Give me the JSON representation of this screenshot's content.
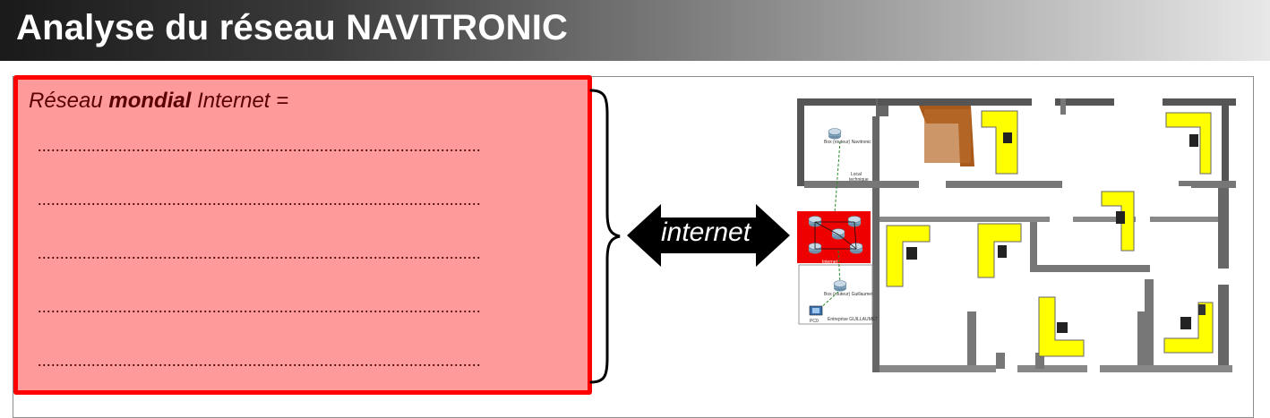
{
  "header": {
    "title": "Analyse du réseau NAVITRONIC"
  },
  "definition": {
    "label_prefix": "Réseau ",
    "label_bold": "mondial",
    "label_suffix": " Internet =",
    "lines": [
      "...................................................................................................",
      "...................................................................................................",
      "...................................................................................................",
      "...................................................................................................",
      "..................................................................................................."
    ]
  },
  "arrow": {
    "label": "internet"
  },
  "plan": {
    "box_navitronic": "Box (routeur) Navitronic",
    "local_technique": "Local",
    "local_technique_2": "technique",
    "internet_label": "Internet",
    "box_guillaumet": "Box (routeur) Guillaumet",
    "pc_label": "PC0",
    "entreprise_label": "Entreprise GUILLAUMET"
  },
  "colors": {
    "box_fill": "#fe9a9a",
    "box_border": "#ff0000",
    "desk": "#ffff00",
    "internet_zone": "#ee0000"
  }
}
